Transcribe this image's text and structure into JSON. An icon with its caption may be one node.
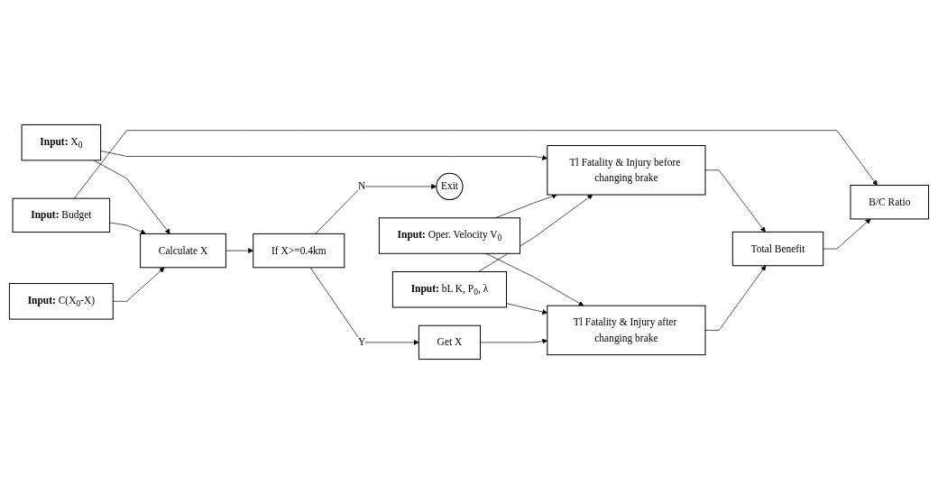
{
  "diagram": {
    "nodes": [
      {
        "text": [
          "**Input:** X$_{0}$"
        ]
      },
      {
        "text": [
          "Tl Fatality & Injury before changing brake"
        ]
      },
      {
        "text": [
          "**Input:** Budget"
        ]
      },
      {
        "text": [
          "Calculate X"
        ]
      },
      {
        "text": [
          "**Input:** C(X$_{0}$-X)"
        ]
      },
      {
        "text": [
          "**Input:** Oper. Velocity V$_{0}$"
        ]
      },
      {
        "text": [
          "**Input:** bL K, P$_{0}$, λ"
        ]
      },
      {
        "text": [
          "Total Benefit"
        ]
      },
      {
        "text": [
          "If X>=0.4km"
        ]
      },
      {
        "text": [
          "Exit"
        ]
      },
      {
        "text": [
          "Get X"
        ]
      },
      {
        "text": [
          "Tl Fatality & Injury after changing brake"
        ]
      },
      {
        "text": [
          "B/C Ratio"
        ]
      }
    ],
    "edges": [
      {
        "from": 0,
        "to": 1,
        "arrow": "to"
      },
      {
        "from": 0,
        "to": 3,
        "arrow": "to"
      },
      {
        "from": 2,
        "to": 3,
        "arrow": "to"
      },
      {
        "from": 4,
        "to": 3,
        "arrow": "to"
      },
      {
        "from": 5,
        "to": 1,
        "arrow": "to"
      },
      {
        "from": 6,
        "to": 1,
        "arrow": "to"
      },
      {
        "from": 3,
        "to": 8,
        "arrow": "to"
      },
      {
        "from": 5,
        "to": 11,
        "arrow": "to"
      },
      {
        "from": 6,
        "to": 11,
        "arrow": "to"
      },
      {
        "from": 1,
        "to": 7,
        "arrow": "to"
      },
      {
        "from": 8,
        "to": 9,
        "label": "N",
        "arrow": "to"
      },
      {
        "from": 8,
        "to": 10,
        "label": "Y",
        "arrow": "to"
      },
      {
        "from": 10,
        "to": 11,
        "arrow": "to"
      },
      {
        "from": 11,
        "to": 7,
        "arrow": "to"
      },
      {
        "from": 2,
        "to": 12,
        "arrow": "to"
      },
      {
        "from": 7,
        "to": 12,
        "arrow": "to"
      }
    ]
  }
}
